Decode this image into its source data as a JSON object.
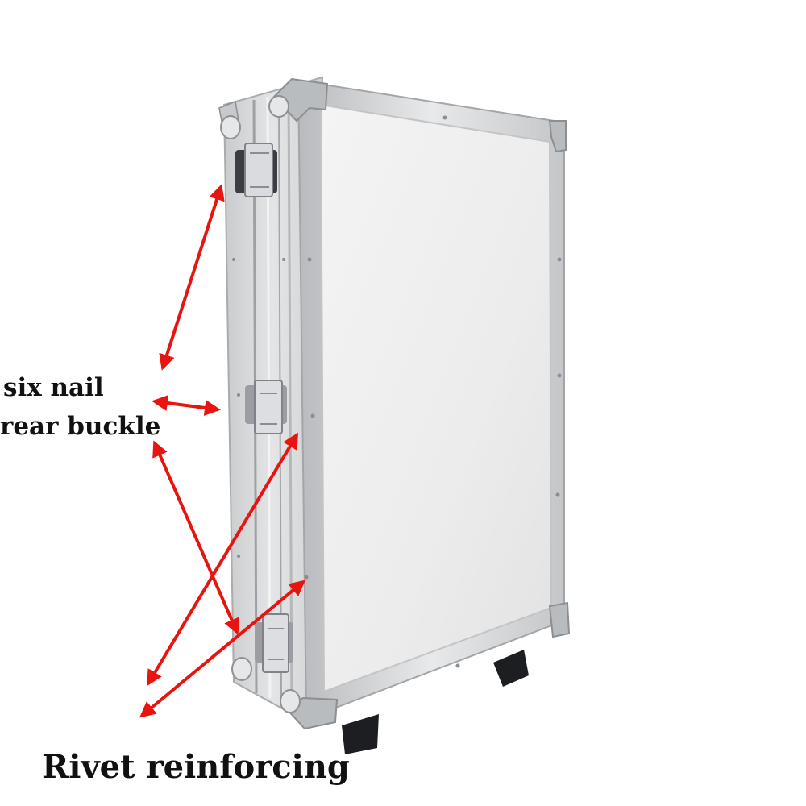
{
  "annotations": {
    "six_nail": "six nail",
    "rear_buckle": "rear buckle",
    "rivet_reinforcing": "Rivet reinforcing"
  },
  "colors": {
    "arrow": "#e8140f",
    "panel": "#eeeeee",
    "frame": "#d2d4d6",
    "corner": "#b9bcbf",
    "wheel": "#1c1e22",
    "label": "#111111"
  },
  "icons": {
    "latch": "latch-icon",
    "corner": "corner-protector-icon",
    "wheel": "wheel-icon",
    "arrow": "double-arrow-icon"
  }
}
